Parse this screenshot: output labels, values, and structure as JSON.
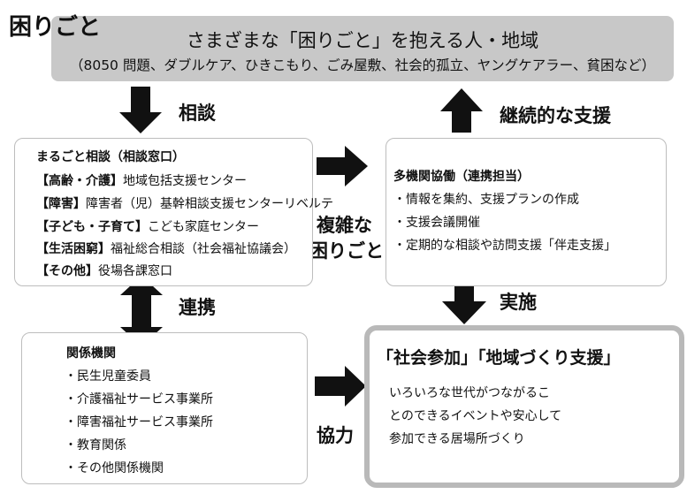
{
  "page_title": "困りごと",
  "banner": {
    "main": "さまざまな「困りごと」を抱える人・地域",
    "sub": "（8050 問題、ダブルケア、ひきこもり、ごみ屋敷、社会的孤立、ヤングケアラー、貧困など）"
  },
  "labels": {
    "consult": "相談",
    "continuous_support": "継続的な支援",
    "cooperation": "連携",
    "implementation": "実施",
    "collaboration": "協力",
    "complex_line1": "複雑な",
    "complex_line2": "困りごと"
  },
  "consult_box": {
    "title": "まるごと相談（相談窓口）",
    "items": [
      {
        "tag": "【高齢・介護】",
        "text": "地域包括支援センター"
      },
      {
        "tag": "【障害】",
        "text": "障害者（児）基幹相談支援センターリベルテ"
      },
      {
        "tag": "【子ども・子育て】",
        "text": "こども家庭センター"
      },
      {
        "tag": "【生活困窮】",
        "text": "福祉総合相談（社会福祉協議会）"
      },
      {
        "tag": "【その他】",
        "text": "役場各課窓口"
      }
    ]
  },
  "multi_agency_box": {
    "title": "多機関協働（連携担当）",
    "items": [
      "・情報を集約、支援プランの作成",
      "・支援会議開催",
      "・定期的な相談や訪問支援「伴走支援」"
    ]
  },
  "related_box": {
    "title": "関係機関",
    "items": [
      "・民生児童委員",
      "・介護福祉サービス事業所",
      "・障害福祉サービス事業所",
      "・教育関係",
      "・その他関係機関"
    ]
  },
  "support_box": {
    "title": "「社会参加」「地域づくり支援」",
    "lines": [
      "いろいろな世代がつながるこ",
      "とのできるイベントや安心して",
      "参加できる居場所づくり"
    ]
  }
}
